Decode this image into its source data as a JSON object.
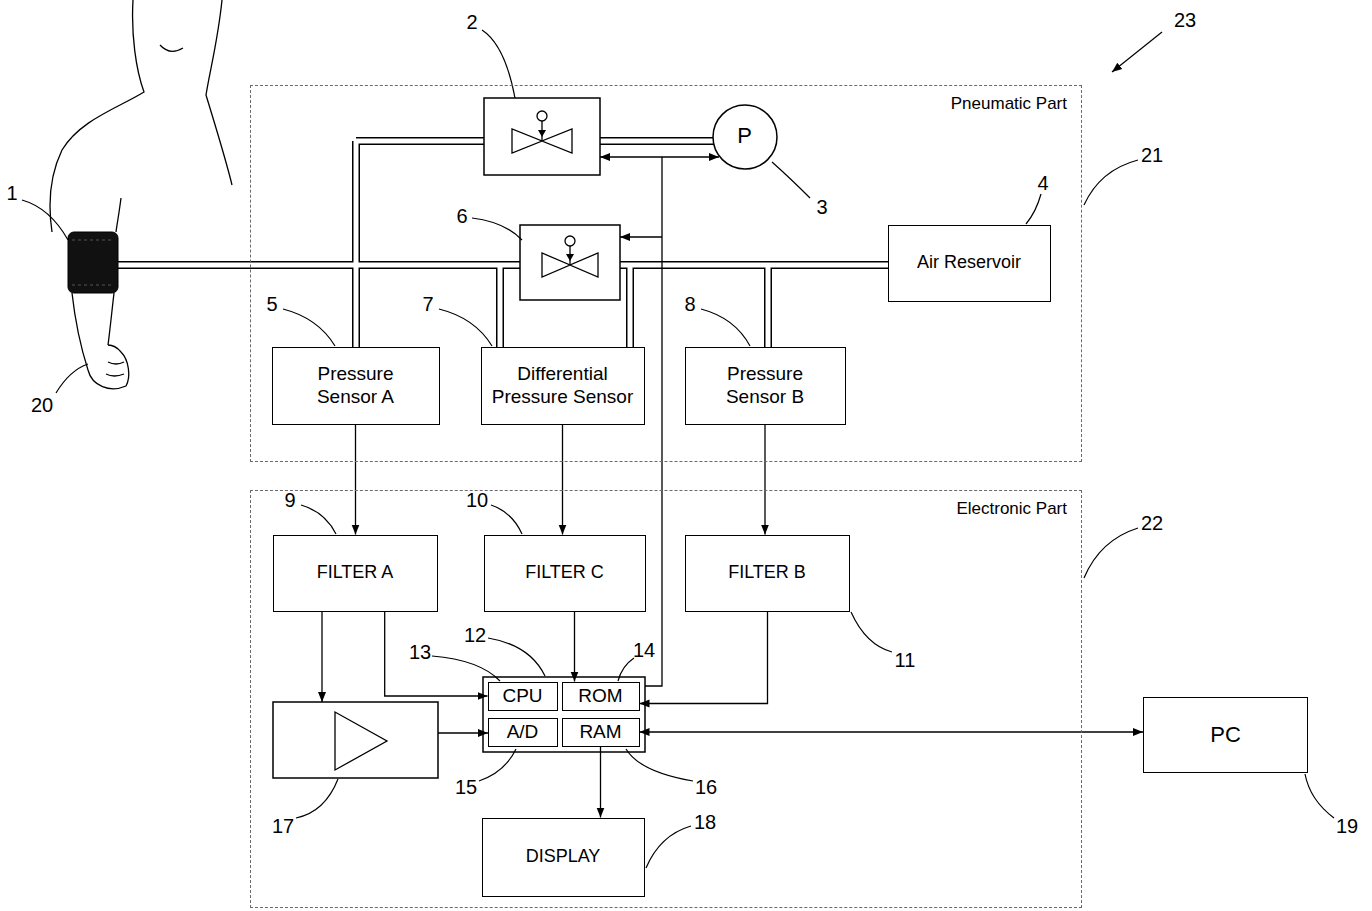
{
  "diagram": {
    "nodes": [
      {
        "text": [
          "Pneumatic Part"
        ]
      },
      {
        "text": [
          "P"
        ],
        "in": 0
      },
      {
        "text": [
          "Air Reservoir"
        ],
        "in": 0
      },
      {
        "text": [
          "Pressure Sensor A"
        ],
        "in": 0
      },
      {
        "text": [
          "Differential Pressure Sensor"
        ],
        "in": 0
      },
      {
        "text": [
          "Pressure Sensor B"
        ],
        "in": 0
      },
      {
        "text": [
          "Electronic Part"
        ]
      },
      {
        "text": [
          "FILTER A"
        ],
        "in": 6
      },
      {
        "text": [
          "FILTER C"
        ],
        "in": 6
      },
      {
        "text": [
          "FILTER B"
        ],
        "in": 6
      },
      {
        "text": [
          "CPU"
        ],
        "in": 6
      },
      {
        "text": [
          "ROM"
        ],
        "in": 6
      },
      {
        "text": [
          "A/D"
        ],
        "in": 6
      },
      {
        "text": [
          "RAM"
        ],
        "in": 6
      },
      {
        "text": [
          "DISPLAY"
        ],
        "in": 6
      },
      {
        "text": [
          "PC"
        ]
      }
    ],
    "edges": [
      {
        "from": 3,
        "to": 7,
        "arrow": "to"
      },
      {
        "from": 4,
        "to": 8,
        "arrow": "to"
      },
      {
        "from": 5,
        "to": 9,
        "arrow": "to"
      },
      {
        "from": 7,
        "to": 10,
        "arrow": "to"
      },
      {
        "from": 8,
        "to": 11,
        "arrow": "to"
      },
      {
        "from": 9,
        "to": 11,
        "arrow": "to"
      },
      {
        "from": 13,
        "to": 14,
        "arrow": "to"
      },
      {
        "from": 13,
        "to": 15,
        "arrow": "both"
      }
    ],
    "labels": [
      "23",
      "2",
      "3",
      "21",
      "4",
      "6",
      "1",
      "5",
      "7",
      "8",
      "20",
      "9",
      "10",
      "22",
      "11",
      "13",
      "12",
      "14",
      "17",
      "15",
      "16",
      "18",
      "19"
    ]
  }
}
